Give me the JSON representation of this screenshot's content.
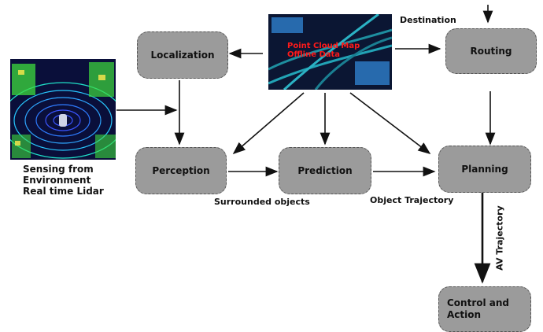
{
  "nodes": {
    "localization": "Localization",
    "routing": "Routing",
    "perception": "Perception",
    "prediction": "Prediction",
    "planning": "Planning",
    "control": "Control and\nAction"
  },
  "labels": {
    "destination": "Destination",
    "sensing": "Sensing from\nEnvironment\nReal time Lidar",
    "surrounded": "Surrounded objects",
    "object_trajectory": "Object  Trajectory",
    "av_trajectory": "AV Trajectory"
  },
  "point_cloud_map": "Point Cloud Map\nOffline Data",
  "colors": {
    "node_fill": "#9b9b9b",
    "arrow": "#111111",
    "map_text": "#ff1a1a"
  }
}
